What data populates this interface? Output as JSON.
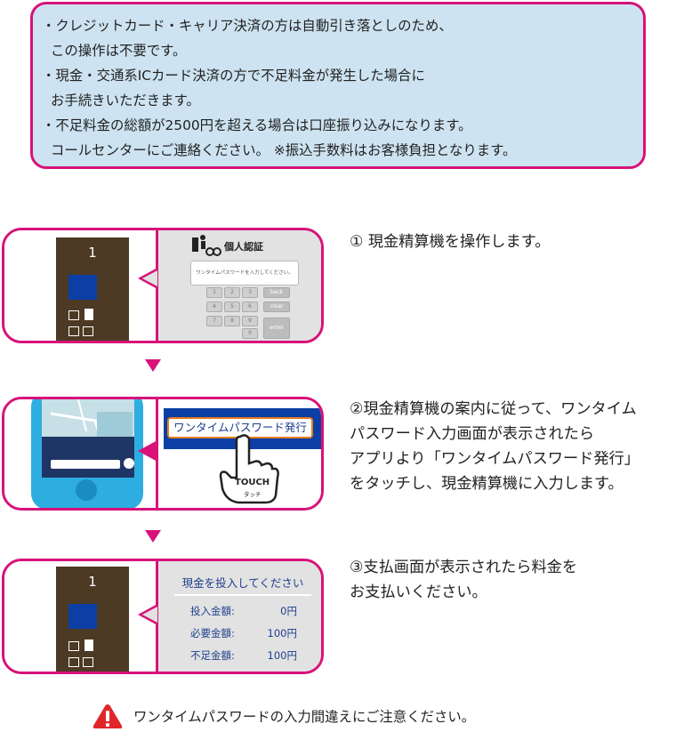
{
  "notice": {
    "lines": [
      "・クレジットカード・キャリア決済の方は自動引き落としのため、",
      "この操作は不要です。",
      "・現金・交通系ICカード決済の方で不足料金が発生した場合に",
      "お手続きいただきます。",
      "・不足料金の総額が2500円を超える場合は口座振り込みになります。",
      "コールセンターにご連絡ください。 ※振込手数料はお客様負担となります。"
    ]
  },
  "step1": {
    "caption": "① 現金精算機を操作します。",
    "machine_number": "1",
    "auth_title": "個人認証",
    "auth_prompt": "ワンタイムパスワードを入力してください。",
    "keys": [
      "1",
      "2",
      "3",
      "4",
      "5",
      "6",
      "7",
      "8",
      "9",
      "0"
    ],
    "key_back": "back",
    "key_clear": "clear",
    "key_enter": "enter"
  },
  "step2": {
    "caption_lines": [
      "②現金精算機の案内に従って、ワンタイム",
      "パスワード入力画面が表示されたら",
      "アプリより「ワンタイムパスワード発行」",
      "をタッチし、現金精算機に入力します。"
    ],
    "otp_button": "ワンタイムパスワード発行",
    "touch_label": "TOUCH",
    "touch_sub": "タッチ"
  },
  "step3": {
    "caption_lines": [
      "③支払画面が表示されたら料金を",
      "お支払いください。"
    ],
    "machine_number": "1",
    "pay_title": "現金を投入してください",
    "rows": [
      {
        "label": "投入金額:",
        "value": "0円"
      },
      {
        "label": "必要金額:",
        "value": "100円"
      },
      {
        "label": "不足金額:",
        "value": "100円"
      }
    ]
  },
  "warning": {
    "text": "ワンタイムパスワードの入力間違えにご注意ください。"
  },
  "colors": {
    "accent": "#d8127a",
    "notice_bg": "#cde3f1",
    "machine": "#4d3a24",
    "screen_blue": "#0b3fa5",
    "warning_red": "#e0262a"
  }
}
